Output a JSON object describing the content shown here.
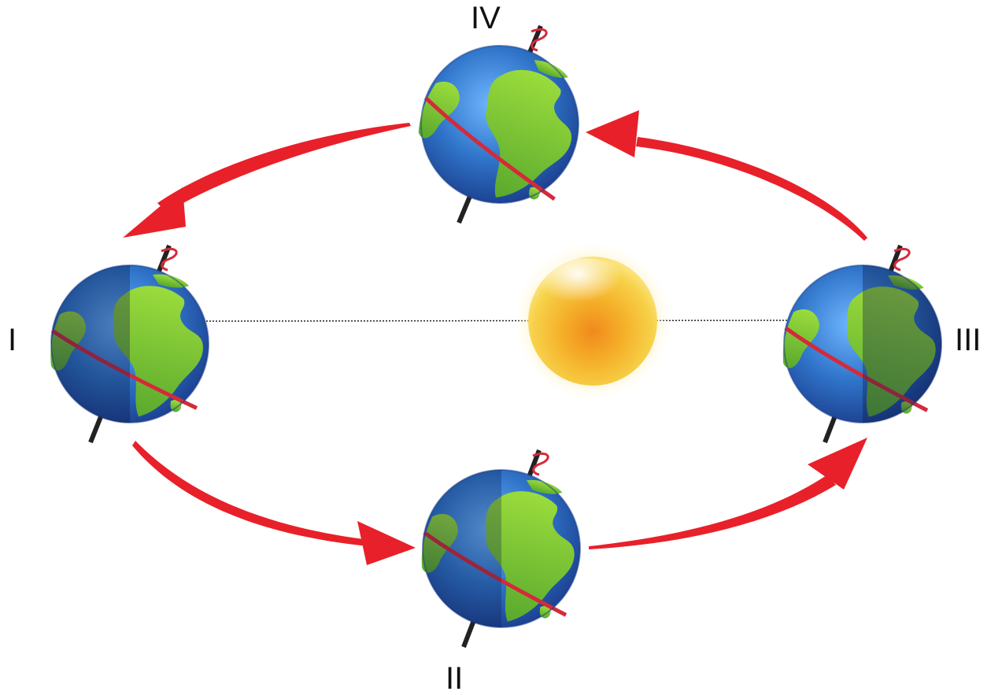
{
  "positions": [
    {
      "id": "I",
      "label": "I"
    },
    {
      "id": "II",
      "label": "II"
    },
    {
      "id": "III",
      "label": "III"
    },
    {
      "id": "IV",
      "label": "IV"
    }
  ],
  "colors": {
    "background": "#ffffff",
    "arrow": "#e8202a",
    "equator": "#d42a3a",
    "ocean": "#2f74c9",
    "ocean_dark": "#1c3f8f",
    "land": "#6fc23a",
    "land_light": "#9bdc3c",
    "axis": "#222222",
    "sun_core": "#f08a1c",
    "sun_edge": "#f7c42a",
    "sun_glow": "#fde9a0",
    "label": "#111111"
  },
  "icons": {
    "earth": "earth-globe-icon",
    "sun": "sun-icon",
    "rotation": "rotation-arrow-icon",
    "orbit_arrow": "orbit-arrow-icon"
  }
}
